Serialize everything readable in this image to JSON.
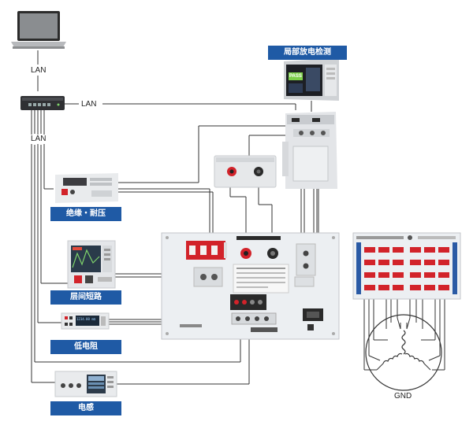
{
  "labels": {
    "lan_top": "LAN",
    "lan_right": "LAN",
    "lan_mid": "LAN",
    "gnd": "GND"
  },
  "devices": {
    "partial_discharge": "局部放电检测",
    "insulation": "绝缘・耐压",
    "interlayer_short": "层间短路",
    "low_resistance": "低电阻",
    "inductance": "电感"
  },
  "screen_text": {
    "pass_badge": "PASS",
    "resistance_readout": "1234.00 mΩ"
  },
  "colors": {
    "caption_bg": "#1f5aa5",
    "caption_text": "#ffffff",
    "terminal_red": "#d2232a",
    "wire": "#333333",
    "panel": "#eceff2"
  }
}
